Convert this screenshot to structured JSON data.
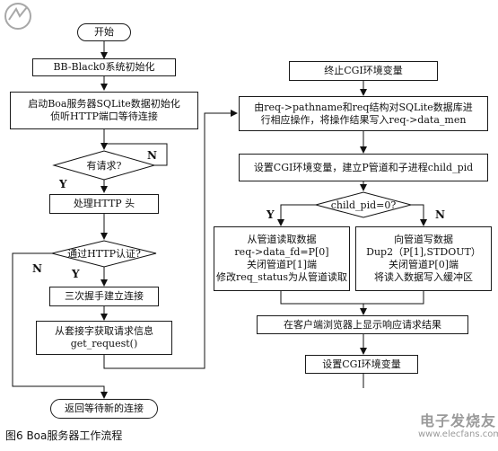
{
  "left": {
    "start": "开始",
    "init": "BB-Black0系统初始化",
    "boa_line1": "启动Boa服务器SQLite数据初始化",
    "boa_line2": "侦听HTTP端口等待连接",
    "request_q": "有请求?",
    "process_http": "处理HTTP 头",
    "auth_q": "通过HTTP认证?",
    "handshake": "三次握手建立连接",
    "get_line1": "从套接字获取请求信息",
    "get_line2": "get_request()",
    "end": "返回等待新的连接"
  },
  "right": {
    "terminate": "终止CGI环境变量",
    "sqlite_line1": "由req->pathname和req结构对SQLite数据库进",
    "sqlite_line2": "行相应操作，将操作结果写入req->data_men",
    "setup_pipe": "设置CGI环境变量，建立P管道和子进程child_pid",
    "child_q": "child_pid=0?",
    "read_line1": "从管道读取数据",
    "read_line2": "req->data_fd=P[0]",
    "read_line3": "关闭管道P[1]端",
    "read_line4": "修改req_status为从管道读取",
    "write_line1": "向管道写数据",
    "write_line2": "Dup2（P[1],STDOUT）",
    "write_line3": "关闭管道P[0]端",
    "write_line4": "将读入数据写入缓冲区",
    "display": "在客户端浏览器上显示响应请求结果",
    "set_cgi": "设置CGI环境变量"
  },
  "labels": {
    "n": "N",
    "y": "Y"
  },
  "caption": "图6 Boa服务器工作流程",
  "watermark": {
    "name": "电子发烧友",
    "url": "www.elecfans.com"
  }
}
